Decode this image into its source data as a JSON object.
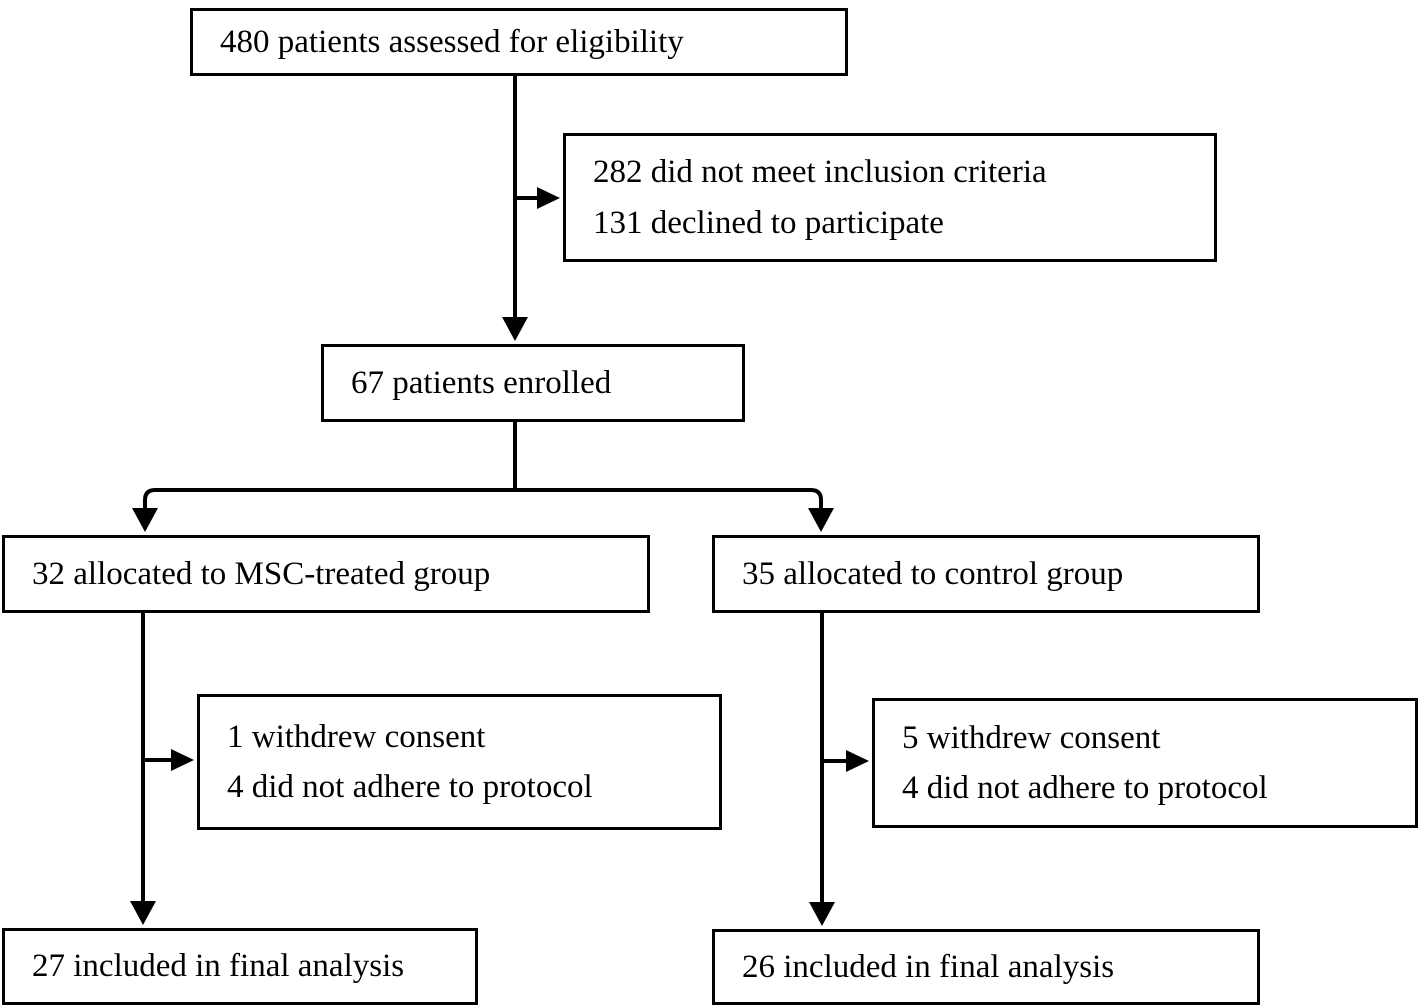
{
  "diagram": {
    "kind": "flowchart",
    "description": "CONSORT-style patient flow diagram of a randomized trial",
    "colors": {
      "background": "#ffffff",
      "line": "#000000",
      "text": "#000000"
    },
    "nodes": {
      "assessed": {
        "lines": [
          "480 patients assessed for eligibility"
        ]
      },
      "excluded": {
        "lines": [
          "282 did not meet inclusion criteria",
          "131 declined to participate"
        ]
      },
      "enrolled": {
        "lines": [
          "67 patients enrolled"
        ]
      },
      "msc_allocated": {
        "lines": [
          "32 allocated to MSC-treated group"
        ]
      },
      "control_allocated": {
        "lines": [
          "35 allocated to control group"
        ]
      },
      "msc_dropout": {
        "lines": [
          "1 withdrew consent",
          "4 did not adhere to protocol"
        ]
      },
      "control_dropout": {
        "lines": [
          "5 withdrew consent",
          "4 did not adhere to protocol"
        ]
      },
      "msc_final": {
        "lines": [
          "27 included in final analysis"
        ]
      },
      "control_final": {
        "lines": [
          "26 included in final analysis"
        ]
      }
    },
    "edges": [
      {
        "from": "assessed",
        "to": "excluded"
      },
      {
        "from": "assessed",
        "to": "enrolled"
      },
      {
        "from": "enrolled",
        "to": "msc_allocated"
      },
      {
        "from": "enrolled",
        "to": "control_allocated"
      },
      {
        "from": "msc_allocated",
        "to": "msc_dropout"
      },
      {
        "from": "msc_allocated",
        "to": "msc_final"
      },
      {
        "from": "control_allocated",
        "to": "control_dropout"
      },
      {
        "from": "control_allocated",
        "to": "control_final"
      }
    ],
    "counts": {
      "assessed": 480,
      "not_meeting_inclusion": 282,
      "declined": 131,
      "enrolled": 67,
      "msc_allocated": 32,
      "control_allocated": 35,
      "msc_withdrew_consent": 1,
      "msc_not_adhere_protocol": 4,
      "control_withdrew_consent": 5,
      "control_not_adhere_protocol": 4,
      "msc_final": 27,
      "control_final": 26
    }
  }
}
